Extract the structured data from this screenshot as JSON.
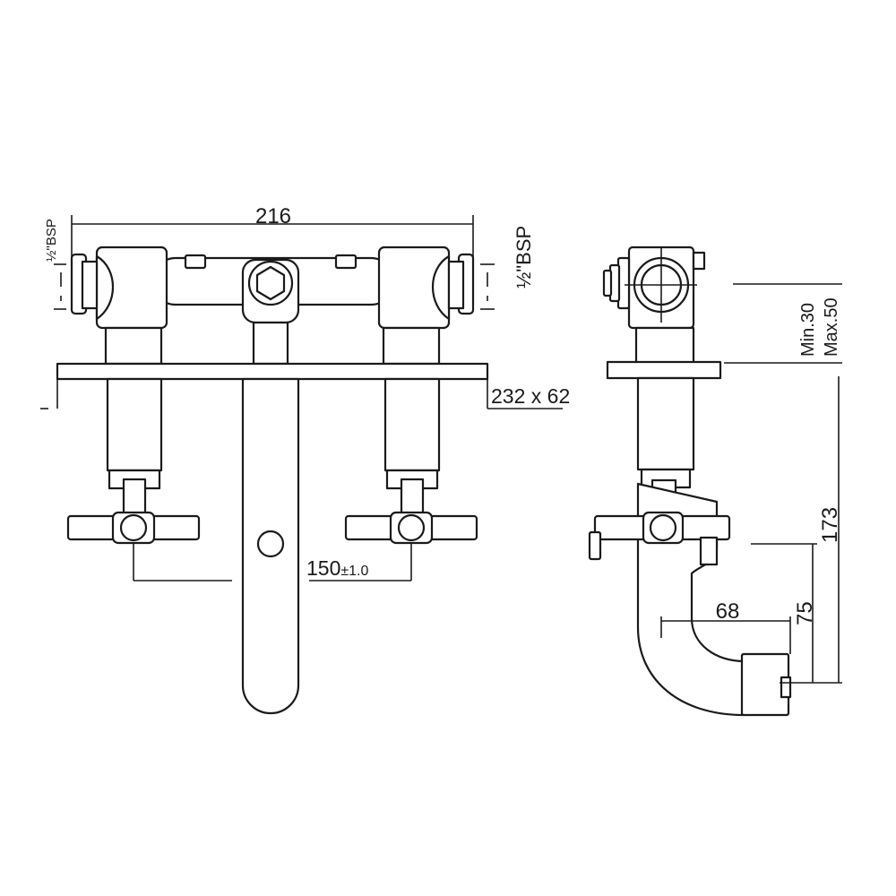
{
  "dimensions": {
    "overall_width": "216",
    "inlet_left_size": "½\"BSP",
    "inlet_right_size": "½\"BSP",
    "wall_plate": "232 x 62",
    "handle_spacing": "150",
    "handle_spacing_tolerance": "±1.0",
    "wall_depth_min": "Min.30",
    "wall_depth_max": "Max.50",
    "spout_height": "173",
    "spout_projection": "68",
    "spout_outlet_height": "75"
  },
  "colors": {
    "line": "#1a1a1a",
    "background": "#ffffff"
  }
}
